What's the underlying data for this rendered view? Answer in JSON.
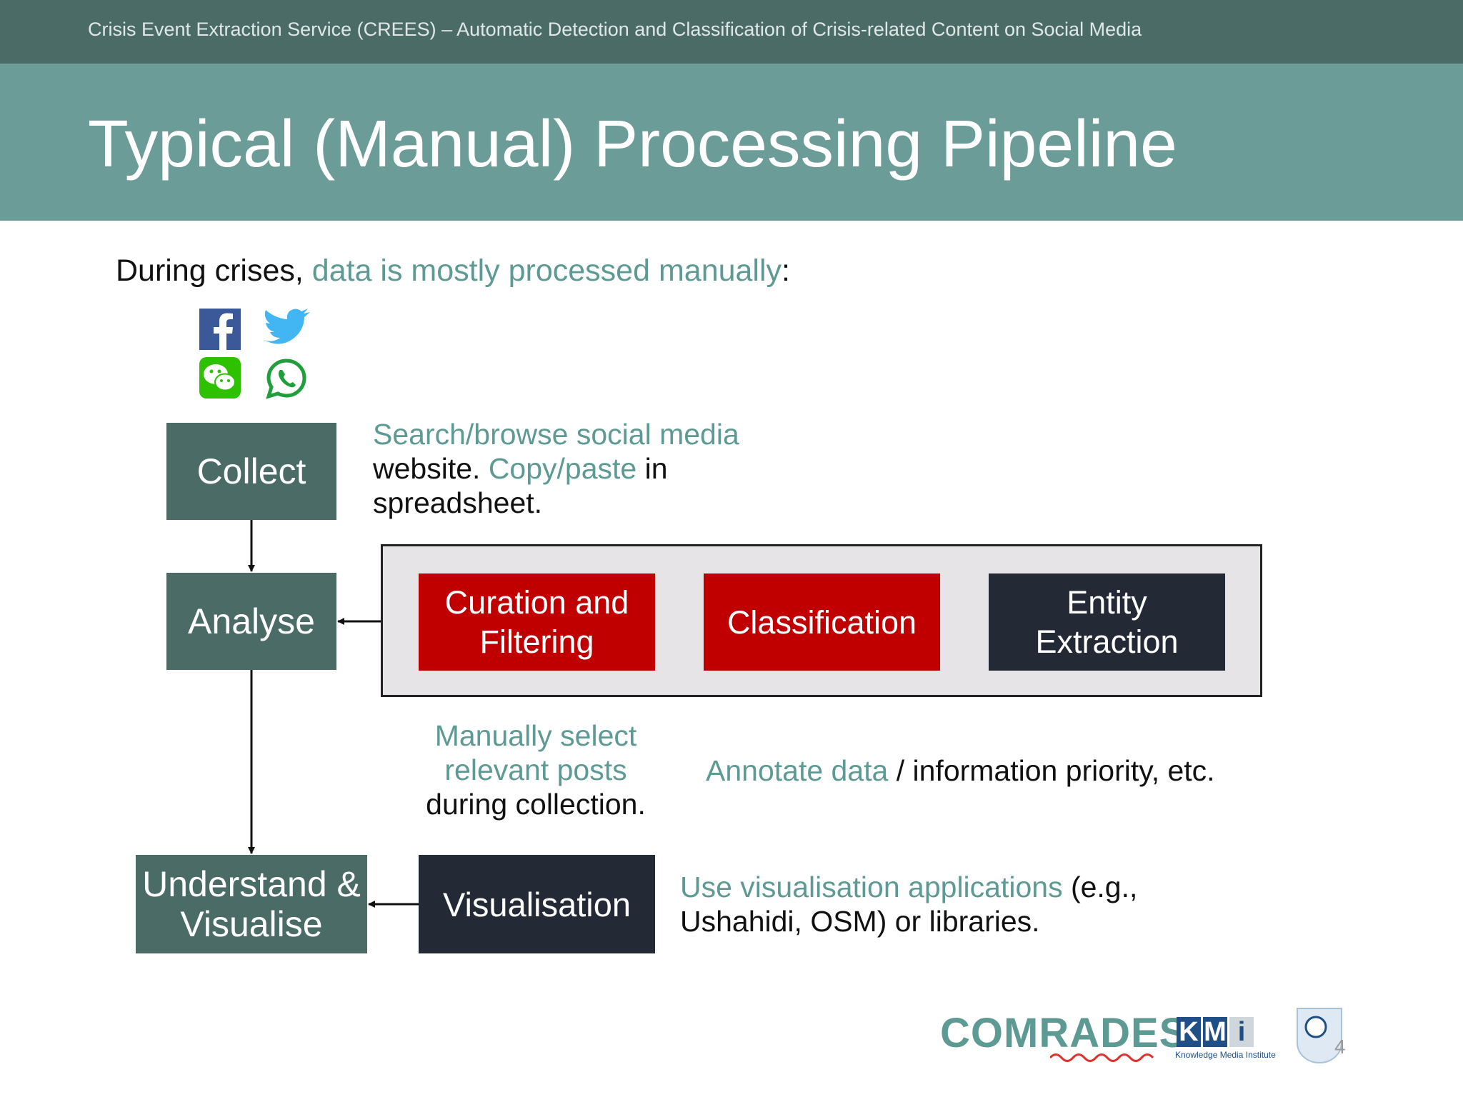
{
  "header": {
    "series_title": "Crisis Event Extraction Service (CREES) – Automatic Detection and Classification of Crisis-related Content on Social Media",
    "slide_title": "Typical (Manual) Processing Pipeline"
  },
  "intro": {
    "prefix": "During crises, ",
    "highlight": "data is mostly processed manually",
    "suffix": ":"
  },
  "social_icons": [
    "facebook-icon",
    "twitter-icon",
    "wechat-icon",
    "whatsapp-icon"
  ],
  "steps": {
    "collect": "Collect",
    "analyse": "Analyse",
    "understand_1": "Understand &",
    "understand_2": "Visualise"
  },
  "collect_note": {
    "l1_teal": "Search/browse social media",
    "l2_a": "website. ",
    "l2_teal": "Copy/paste",
    "l2_b": " in",
    "l3": "spreadsheet."
  },
  "analysis_tasks": {
    "curation_1": "Curation and",
    "curation_2": "Filtering",
    "classification": "Classification",
    "entity_1": "Entity",
    "entity_2": "Extraction"
  },
  "curation_note": {
    "l1_teal": "Manually select",
    "l2_teal": "relevant posts",
    "l3": "during collection."
  },
  "classification_note": {
    "teal": "Annotate data",
    "rest": " / information priority, etc."
  },
  "visualisation": "Visualisation",
  "visualisation_note": {
    "l1_teal": "Use visualisation applications",
    "l1_rest": " (e.g.,",
    "l2": "Ushahidi, OSM) or libraries."
  },
  "footer": {
    "comrades": "COMRADES",
    "kmi_letters": [
      "K",
      "M",
      "i"
    ],
    "kmi_caption": "Knowledge Media Institute",
    "page_number": "4"
  },
  "colors": {
    "dark_teal": "#4b6b66",
    "teal_band": "#6b9c98",
    "teal_text": "#5e9a94",
    "red": "#c00000",
    "navy": "#232a35",
    "panel_grey": "#e6e4e6"
  }
}
